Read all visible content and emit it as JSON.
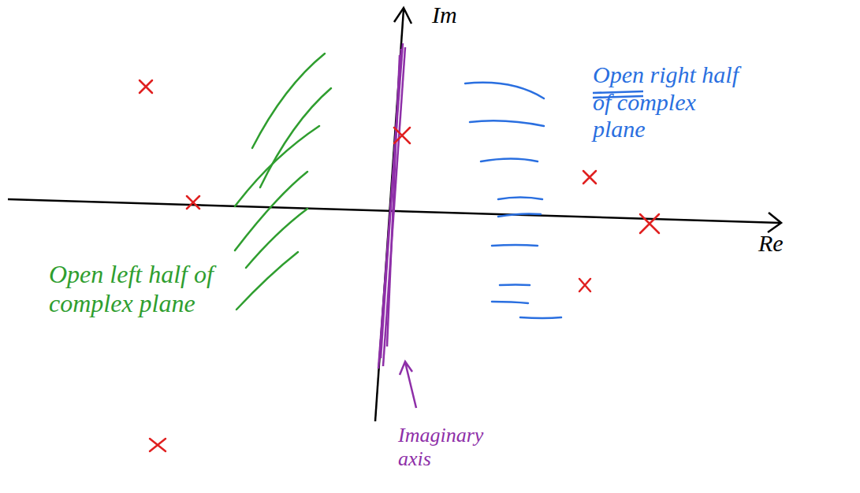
{
  "diagram": {
    "labels": [
      "Im",
      "Re",
      "Open right half of complex plane",
      "Open left half of complex plane",
      "Imaginary axis"
    ]
  }
}
